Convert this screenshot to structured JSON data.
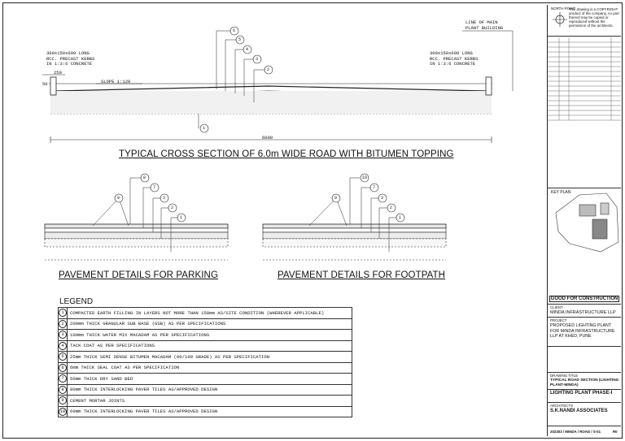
{
  "drawing": {
    "title_road": "TYPICAL CROSS SECTION OF 6.0m WIDE ROAD WITH BITUMEN TOPPING",
    "title_parking": "PAVEMENT DETAILS FOR PARKING",
    "title_footpath": "PAVEMENT DETAILS FOR FOOTPATH",
    "kerb_left": [
      "300x150x600 LONG",
      "RCC. PRECAST KERBS",
      "IN 1:3:6 CONCRETE"
    ],
    "kerb_right": [
      "300x150x600 LONG",
      "RCC. PRECAST KERBS",
      "IN 1:3:6 CONCRETE"
    ],
    "line_of_main": [
      "LINE OF MAIN",
      "PLANT BUILDING"
    ],
    "slope": "SLOPE 1:120",
    "dim_250": "250",
    "dim_6000": "6000",
    "dim_50": "50",
    "road_tags": [
      "6",
      "5",
      "4",
      "3",
      "2",
      "1"
    ],
    "parking_tags": [
      "8",
      "7",
      "3",
      "2",
      "1",
      "9"
    ],
    "footpath_tags": [
      "10",
      "7",
      "3",
      "2",
      "1",
      "9"
    ]
  },
  "legend": {
    "title": "LEGEND",
    "items": [
      {
        "n": "1",
        "text": "COMPACTED EARTH FILLING IN LAYERS NOT MORE THAN 150mm AS/SITE CONDITION (WHEREVER APPLICABLE)"
      },
      {
        "n": "2",
        "text": "200mm THICK GRANULAR SUB BASE (GSB) AS PER SPECIFICATIONS"
      },
      {
        "n": "3",
        "text": "100mm THICK WATER MIX MACADAM AS PER SPECIFICATIONS"
      },
      {
        "n": "4",
        "text": "TACK COAT AS PER SPECIFICATIONS"
      },
      {
        "n": "5",
        "text": "25mm THICK SEMI DENSE BITUMEN MACADAM (80/100 GRADE) AS PER SPECIFICATION"
      },
      {
        "n": "6",
        "text": "6mm THICK SEAL COAT AS PER SPECIFICATION"
      },
      {
        "n": "7",
        "text": "50mm THICK DRY SAND BED"
      },
      {
        "n": "8",
        "text": "80mm THICK INTERLOCKING PAVER TILES AS/APPROVED DESIGN"
      },
      {
        "n": "9",
        "text": "CEMENT MORTAR JOINTS"
      },
      {
        "n": "10",
        "text": "60mm THICK INTERLOCKING PAVER TILES AS/APPROVED DESIGN"
      }
    ]
  },
  "title_block": {
    "north_note": "This drawing is a COPYRIGHT product of the company, no part thereof may be copied or reproduced without the permission of the architects.",
    "north_label": "NORTH POINT",
    "key_plan": "KEY PLAN",
    "status": "GOOD FOR CONSTRUCTION",
    "client_label": "CLIENT",
    "client": "MINDA INFRASTRUCTURE LLP",
    "project_label": "PROJECT",
    "project": "PROPOSED LIGHTING PLANT FOR MINDA INFRASTRUCTURE LLP AT KHED, PUNE",
    "drawing_title_label": "DRAWING TITLE",
    "drawing_title": "TYPICAL ROAD SECTION (LIGHTING PLANT-MINDA)",
    "phase": "LIGHTING PLANT PHASE-I",
    "architect_label": "ARCHITECTS",
    "architect": "S.K.NANDI ASSOCIATES",
    "drawing_no": "202303 / MINDA / ROAD / S-01",
    "rev": "R0"
  }
}
